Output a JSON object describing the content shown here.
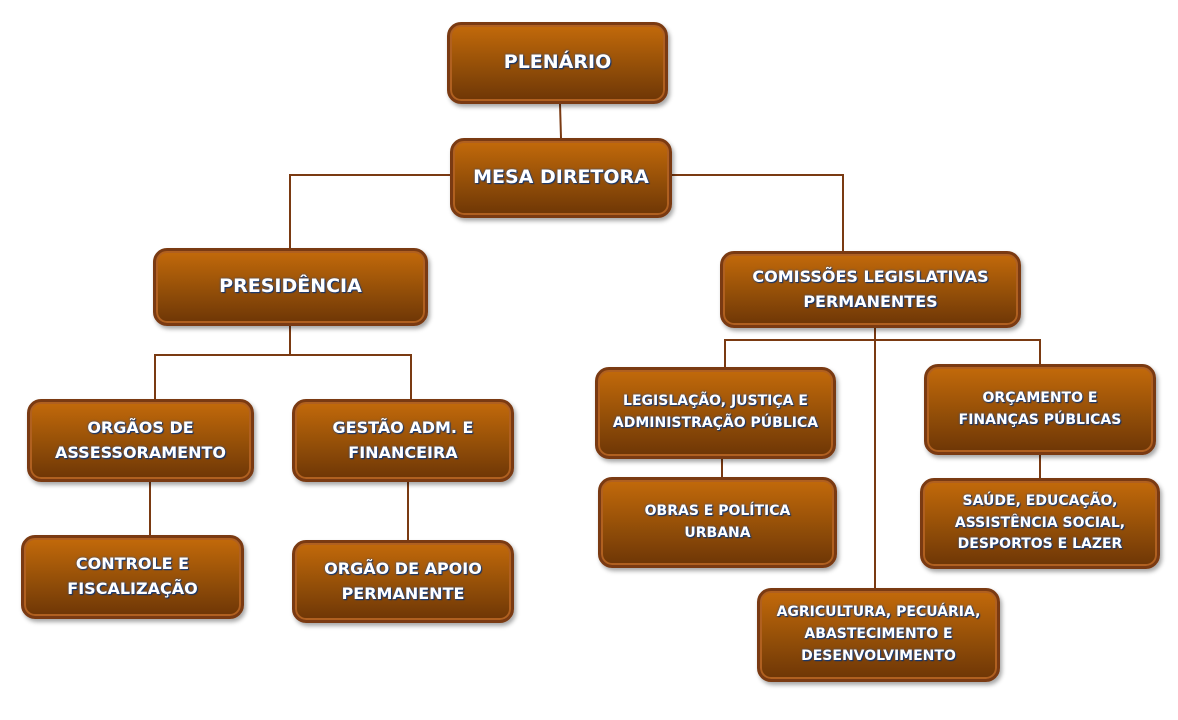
{
  "nodes": {
    "plenario": "PLENÁRIO",
    "mesa_diretora": "MESA DIRETORA",
    "presidencia": "PRESIDÊNCIA",
    "comissoes": [
      "COMISSÕES LEGISLATIVAS",
      "PERMANENTES"
    ],
    "orgaos_assessoramento": [
      "ORGÃOS DE",
      "ASSESSORAMENTO"
    ],
    "gestao": [
      "GESTÃO ADM. E",
      "FINANCEIRA"
    ],
    "controle": [
      "CONTROLE E",
      "FISCALIZAÇÃO"
    ],
    "orgao_apoio": [
      "ORGÃO DE APOIO",
      "PERMANENTE"
    ],
    "legislacao": [
      "LEGISLAÇÃO, JUSTIÇA E",
      "ADMINISTRAÇÃO PÚBLICA"
    ],
    "orcamento": [
      "ORÇAMENTO E",
      "FINANÇAS PÚBLICAS"
    ],
    "obras": [
      "OBRAS E POLÍTICA",
      "URBANA"
    ],
    "saude": [
      "SAÚDE, EDUCAÇÃO,",
      "ASSISTÊNCIA SOCIAL,",
      "DESPORTOS E LAZER"
    ],
    "agricultura": [
      "AGRICULTURA, PECUÁRIA,",
      "ABASTECIMENTO E",
      "DESENVOLVIMENTO"
    ]
  },
  "colors": {
    "box": "#a85a0a",
    "line": "#7a3a12"
  }
}
